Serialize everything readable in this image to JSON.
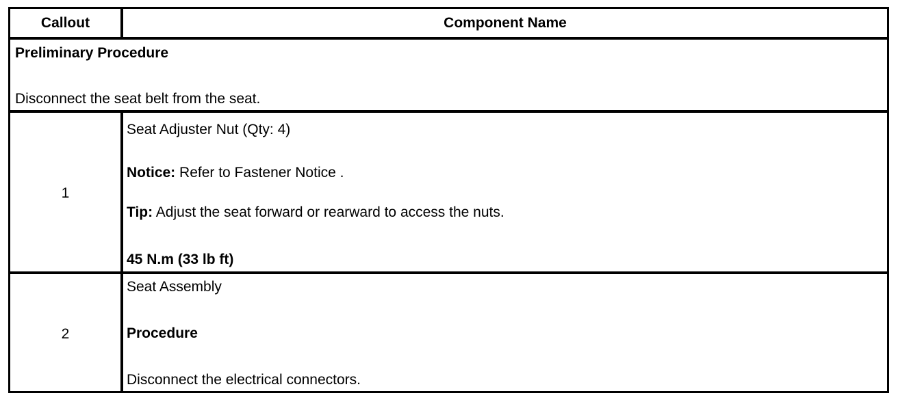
{
  "header": {
    "callout": "Callout",
    "component": "Component Name"
  },
  "preliminary": {
    "title": "Preliminary Procedure",
    "text": "Disconnect the seat belt from the seat."
  },
  "rows": [
    {
      "callout": "1",
      "name": "Seat Adjuster Nut (Qty: 4)",
      "notice_label": "Notice:",
      "notice_text": " Refer to Fastener Notice .",
      "tip_label": "Tip:",
      "tip_text": " Adjust the seat forward or rearward to access the nuts.",
      "torque": "45 N.m (33 lb ft)"
    },
    {
      "callout": "2",
      "name": "Seat Assembly",
      "procedure_label": "Procedure",
      "procedure_text": "Disconnect the electrical connectors."
    }
  ]
}
